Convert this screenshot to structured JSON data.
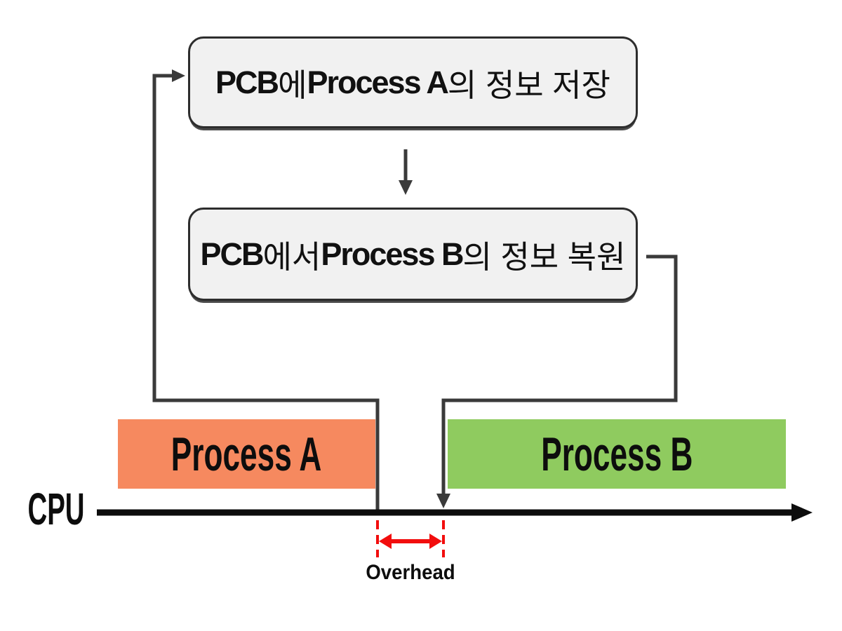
{
  "colors": {
    "background": "#FFFFFF",
    "box_fill": "#F1F1F1",
    "box_border": "#2D2D2D",
    "connector": "#3A3A3A",
    "axis": "#0D0D0D",
    "process_a": "#F6895F",
    "process_b": "#8FCB5F",
    "marker_red": "#F20D0D",
    "text": "#111111"
  },
  "flow_boxes": [
    {
      "id": "save-process-a-info",
      "segments": [
        {
          "text": "PCB",
          "style": "latin-heavy"
        },
        {
          "text": " 에 ",
          "style": "korean"
        },
        {
          "text": "Process A",
          "style": "latin-heavy"
        },
        {
          "text": " 의 정보 저장",
          "style": "korean"
        }
      ]
    },
    {
      "id": "restore-process-b-info",
      "segments": [
        {
          "text": "PCB",
          "style": "latin-heavy"
        },
        {
          "text": " 에서 ",
          "style": "korean"
        },
        {
          "text": "Process B",
          "style": "latin-heavy"
        },
        {
          "text": " 의 정보 복원",
          "style": "korean"
        }
      ]
    }
  ],
  "timeline": {
    "axis_label": "CPU",
    "bars": [
      {
        "label": "Process A",
        "color": "#F6895F"
      },
      {
        "label": "Process B",
        "color": "#8FCB5F"
      }
    ],
    "overhead_label": "Overhead"
  }
}
